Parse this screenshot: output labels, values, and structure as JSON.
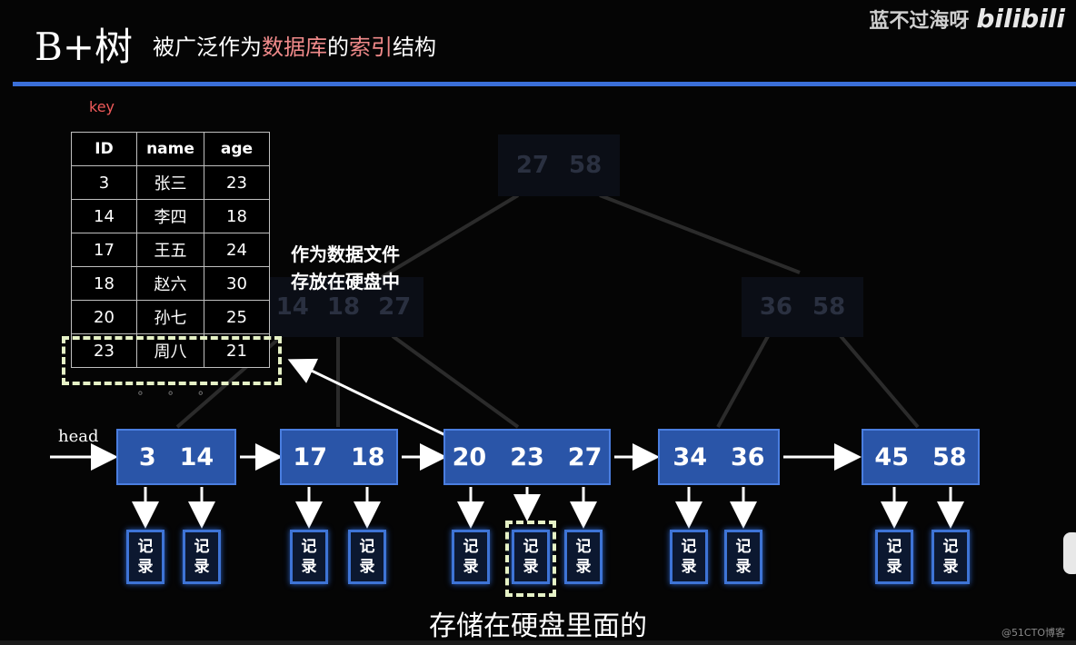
{
  "header": {
    "title": "B+树",
    "subtitle_parts": [
      "被广泛作为",
      "数据库",
      "的",
      "索引",
      "结构"
    ],
    "watermark_text": "蓝不过海呀",
    "watermark_logo": "bilibili"
  },
  "table": {
    "key_label": "key",
    "columns": [
      "ID",
      "name",
      "age"
    ],
    "rows": [
      [
        "3",
        "张三",
        "23"
      ],
      [
        "14",
        "李四",
        "18"
      ],
      [
        "17",
        "王五",
        "24"
      ],
      [
        "18",
        "赵六",
        "30"
      ],
      [
        "20",
        "孙七",
        "25"
      ],
      [
        "23",
        "周八",
        "21"
      ]
    ],
    "continuation": "∘ ∘ ∘"
  },
  "annotation": {
    "line1": "作为数据文件",
    "line2": "存放在硬盘中"
  },
  "tree": {
    "root_keys": [
      "27",
      "58"
    ],
    "internal_left_keys": [
      "14",
      "18",
      "27"
    ],
    "internal_right_keys": [
      "36",
      "58"
    ],
    "head_label": "head",
    "leaves": [
      {
        "keys": [
          "3",
          "14"
        ]
      },
      {
        "keys": [
          "17",
          "18"
        ]
      },
      {
        "keys": [
          "20",
          "23",
          "27"
        ]
      },
      {
        "keys": [
          "34",
          "36"
        ]
      },
      {
        "keys": [
          "45",
          "58"
        ]
      }
    ],
    "record_label_top": "记",
    "record_label_bottom": "录"
  },
  "caption": "存储在硬盘里面的",
  "copyright": "@51CTO博客",
  "colors": {
    "accent_rule": "#3b6fd8",
    "highlight_text": "#f08a8a",
    "leaf_fill": "#2a55a8",
    "dashed_highlight": "#e6f2c6"
  }
}
